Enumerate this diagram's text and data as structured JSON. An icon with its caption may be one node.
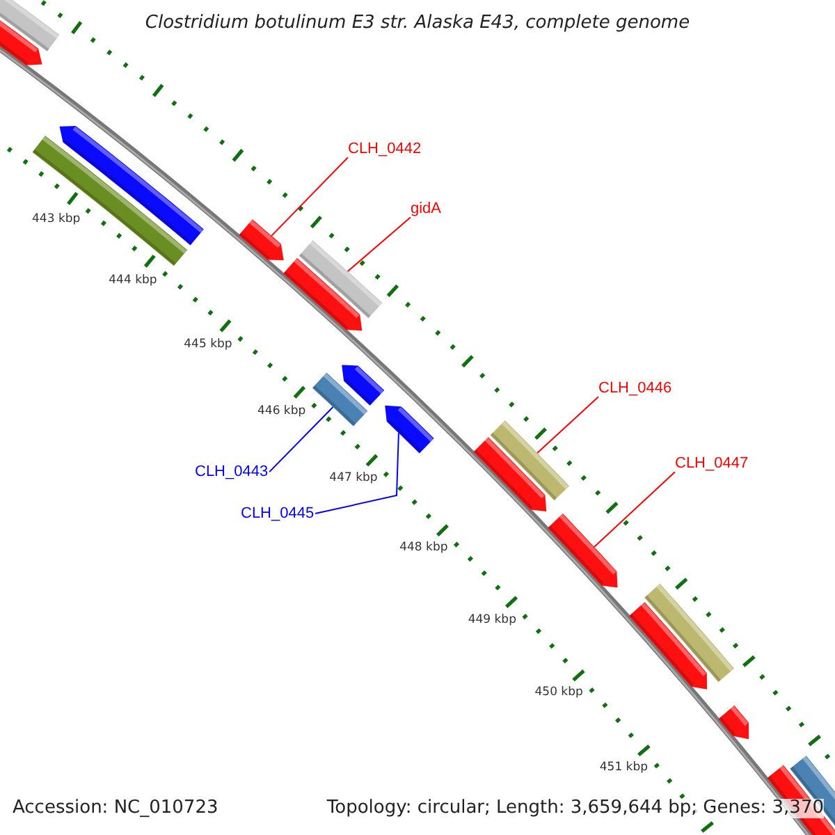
{
  "diagram": {
    "title": "Clostridium botulinum E3 str. Alaska E43, complete genome",
    "nodes": [
      {
        "text": [
          "CLH_0442"
        ]
      },
      {
        "text": [
          "gidA"
        ]
      },
      {
        "text": [
          "CLH_0446"
        ]
      },
      {
        "text": [
          "CLH_0447"
        ]
      },
      {
        "text": [
          "CLH_0443"
        ]
      },
      {
        "text": [
          "CLH_0445"
        ]
      },
      {
        "text": [],
        "shape": "bar"
      },
      {
        "text": [],
        "shape": "bar"
      },
      {
        "text": [],
        "shape": "bar"
      },
      {
        "text": [],
        "shape": "bar"
      },
      {
        "text": [],
        "shape": "bar"
      },
      {
        "text": [],
        "shape": "bar"
      }
    ],
    "edges": [
      {
        "from": 0,
        "to": 6,
        "arrow": "none"
      },
      {
        "from": 1,
        "to": 7,
        "arrow": "none"
      },
      {
        "from": 2,
        "to": 10,
        "arrow": "none"
      },
      {
        "from": 3,
        "to": 11,
        "arrow": "none"
      },
      {
        "from": 4,
        "to": 8,
        "arrow": "none",
        "color": "#0000ff"
      },
      {
        "from": 5,
        "to": 9,
        "arrow": "none",
        "color": "#0000ff"
      }
    ],
    "labels": [
      "443 kbp",
      "444 kbp",
      "445 kbp",
      "446 kbp",
      "447 kbp",
      "448 kbp",
      "449 kbp",
      "450 kbp",
      "451 kbp",
      "Accession: NC_010723",
      "Topology: circular; Length: 3,659,644 bp; Genes: 3,370"
    ]
  }
}
